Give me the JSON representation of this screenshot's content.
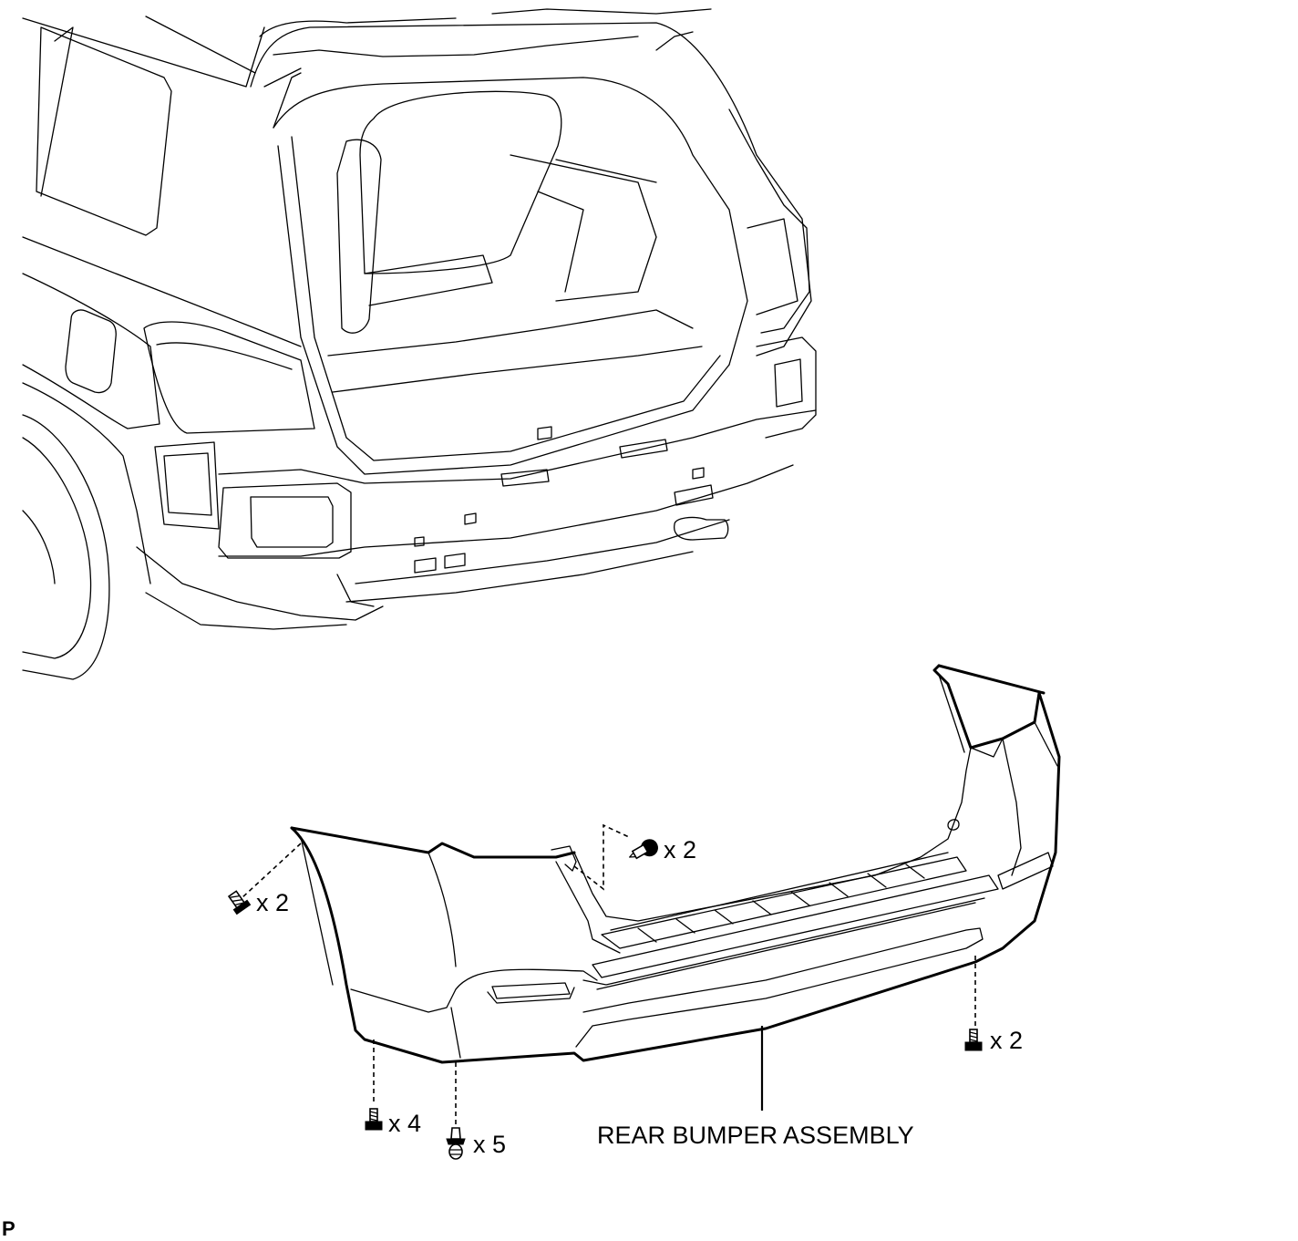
{
  "labels": {
    "callout_rear_bumper": "REAR BUMPER ASSEMBLY",
    "corner_mark": "P"
  },
  "fasteners": [
    {
      "name": "upper-left-screws",
      "icon": "screw-icon",
      "quantity_text": "x 2"
    },
    {
      "name": "upper-center-clips",
      "icon": "clip-icon",
      "quantity_text": "x 2"
    },
    {
      "name": "lower-right-screws",
      "icon": "screw-icon",
      "quantity_text": "x 2"
    },
    {
      "name": "lower-left-screws",
      "icon": "screw-icon",
      "quantity_text": "x 4"
    },
    {
      "name": "lower-center-clips",
      "icon": "clip-icon",
      "quantity_text": "x 5"
    }
  ]
}
